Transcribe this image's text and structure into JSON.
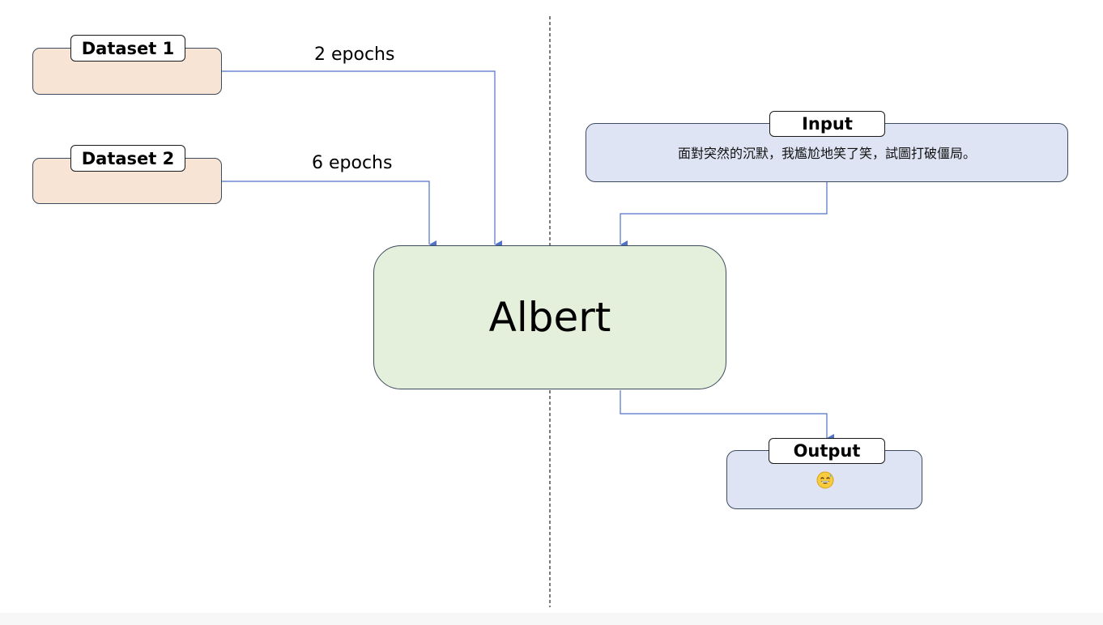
{
  "datasets": [
    {
      "label": "Dataset 1",
      "edge_label": "2 epochs"
    },
    {
      "label": "Dataset 2",
      "edge_label": "6 epochs"
    }
  ],
  "model": {
    "label": "Albert"
  },
  "input": {
    "label": "Input",
    "text": "面對突然的沉默，我尷尬地笑了笑，試圖打破僵局。"
  },
  "output": {
    "label": "Output",
    "icon": "grinning-sweat-emoji-icon"
  },
  "colors": {
    "dataset_fill": "#f7e4d4",
    "model_fill": "#e4f0db",
    "io_fill": "#dfe4f4",
    "arrow": "#4f72c4",
    "border": "#3c4b5e"
  }
}
